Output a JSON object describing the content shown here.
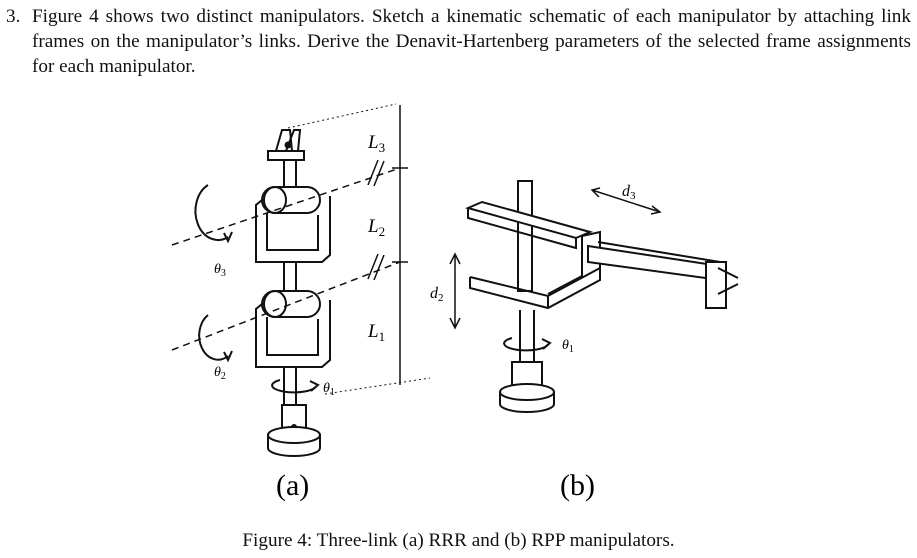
{
  "problem": {
    "number": "3.",
    "text": "Figure 4 shows two distinct manipulators. Sketch a kinematic schematic of each manipulator by attaching link frames on the manipulator’s links. Derive the Denavit-Hartenberg parameters of the selected frame assignments for each manipulator."
  },
  "figure": {
    "panel_a": {
      "label": "(a)",
      "lengths": {
        "L3": "L",
        "L3_sub": "3",
        "L2": "L",
        "L2_sub": "2",
        "L1": "L",
        "L1_sub": "1"
      },
      "angles": {
        "t3": "θ",
        "t3_sub": "3",
        "t2": "θ",
        "t2_sub": "2",
        "t1": "θ",
        "t1_sub": "1"
      }
    },
    "panel_b": {
      "label": "(b)",
      "d3": "d",
      "d3_sub": "3",
      "d2": "d",
      "d2_sub": "2",
      "t1": "θ",
      "t1_sub": "1"
    },
    "caption": "Figure 4: Three-link (a) RRR and (b) RPP manipulators."
  }
}
